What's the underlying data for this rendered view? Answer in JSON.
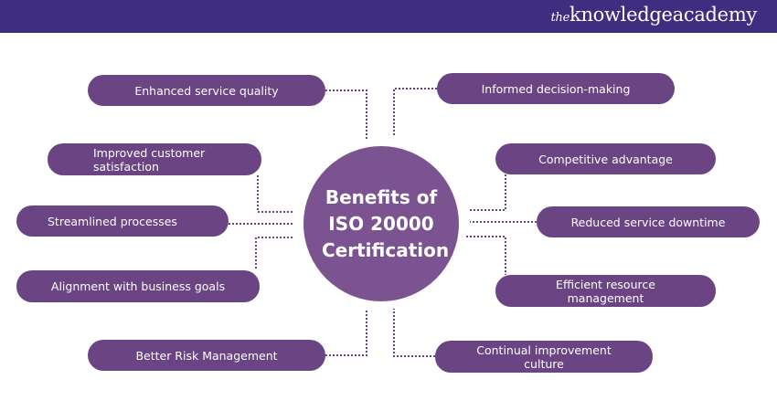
{
  "brand": {
    "prefix": "the",
    "name": "knowledgeacademy"
  },
  "center": {
    "title": "Benefits of ISO 20000 Certification"
  },
  "benefits": [
    "Enhanced service quality",
    "Improved customer satisfaction",
    "Streamlined processes",
    "Alignment with business goals",
    "Better Risk Management",
    "Informed decision-making",
    "Competitive advantage",
    "Reduced service downtime",
    "Efficient resource management",
    "Continual improvement culture"
  ],
  "colors": {
    "header": "#3f2d80",
    "pill": "#6a4483",
    "circle": "#7b5391"
  }
}
